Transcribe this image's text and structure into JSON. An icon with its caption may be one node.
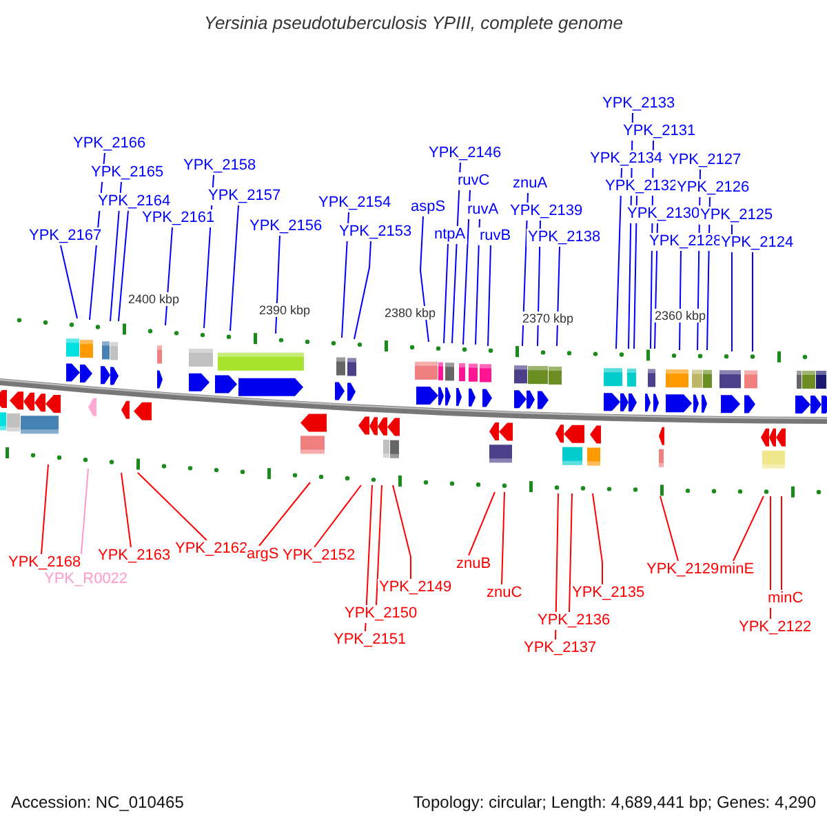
{
  "diagram": {
    "title": "Yersinia pseudotuberculosis YPIII, complete genome",
    "nodes": [
      {
        "text": [
          "YPK_2167"
        ]
      },
      {
        "text": [
          "YPK_2166"
        ]
      },
      {
        "text": [
          "YPK_2165"
        ]
      },
      {
        "text": [
          "YPK_2164"
        ]
      },
      {
        "text": [
          "YPK_2161"
        ]
      },
      {
        "text": [
          "YPK_2158"
        ]
      },
      {
        "text": [
          "YPK_2157"
        ]
      },
      {
        "text": [
          "YPK_2156"
        ]
      },
      {
        "text": [
          "YPK_2154"
        ]
      },
      {
        "text": [
          "YPK_2153"
        ]
      },
      {
        "text": [
          "aspS"
        ]
      },
      {
        "text": [
          "YPK_2146"
        ]
      },
      {
        "text": [
          "ntpA"
        ]
      },
      {
        "text": [
          "ruvC"
        ]
      },
      {
        "text": [
          "ruvA"
        ]
      },
      {
        "text": [
          "ruvB"
        ]
      },
      {
        "text": [
          "znuA"
        ]
      },
      {
        "text": [
          "YPK_2139"
        ]
      },
      {
        "text": [
          "YPK_2138"
        ]
      },
      {
        "text": [
          "YPK_2133"
        ]
      },
      {
        "text": [
          "YPK_2131"
        ]
      },
      {
        "text": [
          "YPK_2134"
        ]
      },
      {
        "text": [
          "YPK_2132"
        ]
      },
      {
        "text": [
          "YPK_2130"
        ]
      },
      {
        "text": [
          "YPK_2128"
        ]
      },
      {
        "text": [
          "YPK_2127"
        ]
      },
      {
        "text": [
          "YPK_2126"
        ]
      },
      {
        "text": [
          "YPK_2125"
        ]
      },
      {
        "text": [
          "YPK_2124"
        ]
      },
      {
        "text": [
          "YPK_2168"
        ]
      },
      {
        "text": [
          "YPK_R0022"
        ]
      },
      {
        "text": [
          "YPK_2163"
        ]
      },
      {
        "text": [
          "YPK_2162"
        ]
      },
      {
        "text": [
          "argS"
        ]
      },
      {
        "text": [
          "YPK_2152"
        ]
      },
      {
        "text": [
          "YPK_2149"
        ]
      },
      {
        "text": [
          "YPK_2150"
        ]
      },
      {
        "text": [
          "YPK_2151"
        ]
      },
      {
        "text": [
          "znuB"
        ]
      },
      {
        "text": [
          "znuC"
        ]
      },
      {
        "text": [
          "YPK_2137"
        ]
      },
      {
        "text": [
          "YPK_2136"
        ]
      },
      {
        "text": [
          "YPK_2135"
        ]
      },
      {
        "text": [
          "YPK_2129"
        ]
      },
      {
        "text": [
          "minE"
        ]
      },
      {
        "text": [
          "YPK_2122"
        ]
      },
      {
        "text": [
          "minC"
        ]
      }
    ],
    "edges": [
      {
        "from": 0,
        "to": null,
        "arrow": "none"
      },
      {
        "from": 1,
        "to": null,
        "arrow": "none"
      },
      {
        "from": 2,
        "to": null,
        "arrow": "none"
      },
      {
        "from": 3,
        "to": null,
        "arrow": "none"
      },
      {
        "from": 4,
        "to": null,
        "arrow": "none"
      },
      {
        "from": 5,
        "to": null,
        "arrow": "none"
      },
      {
        "from": 6,
        "to": null,
        "arrow": "none"
      },
      {
        "from": 7,
        "to": null,
        "arrow": "none"
      },
      {
        "from": 8,
        "to": null,
        "arrow": "none"
      },
      {
        "from": 9,
        "to": null,
        "arrow": "none"
      },
      {
        "from": 10,
        "to": null,
        "arrow": "none"
      },
      {
        "from": 11,
        "to": null,
        "arrow": "none"
      },
      {
        "from": 12,
        "to": null,
        "arrow": "none"
      },
      {
        "from": 13,
        "to": null,
        "arrow": "none"
      },
      {
        "from": 14,
        "to": null,
        "arrow": "none"
      },
      {
        "from": 15,
        "to": null,
        "arrow": "none"
      },
      {
        "from": 16,
        "to": null,
        "arrow": "none"
      },
      {
        "from": 17,
        "to": null,
        "arrow": "none"
      },
      {
        "from": 18,
        "to": null,
        "arrow": "none"
      },
      {
        "from": 19,
        "to": null,
        "arrow": "none"
      },
      {
        "from": 20,
        "to": null,
        "arrow": "none"
      },
      {
        "from": 21,
        "to": null,
        "arrow": "none"
      },
      {
        "from": 22,
        "to": null,
        "arrow": "none"
      },
      {
        "from": 23,
        "to": null,
        "arrow": "none"
      },
      {
        "from": 24,
        "to": null,
        "arrow": "none"
      },
      {
        "from": 25,
        "to": null,
        "arrow": "none"
      },
      {
        "from": 26,
        "to": null,
        "arrow": "none"
      },
      {
        "from": 27,
        "to": null,
        "arrow": "none"
      },
      {
        "from": 28,
        "to": null,
        "arrow": "none"
      },
      {
        "from": 29,
        "to": null,
        "arrow": "none",
        "color": "#ff0000"
      },
      {
        "from": 30,
        "to": null,
        "arrow": "none",
        "color": "#ff99cc"
      },
      {
        "from": 31,
        "to": null,
        "arrow": "none",
        "color": "#ff0000"
      },
      {
        "from": 32,
        "to": null,
        "arrow": "none",
        "color": "#ff0000"
      },
      {
        "from": 33,
        "to": null,
        "arrow": "none",
        "color": "#ff0000"
      },
      {
        "from": 34,
        "to": null,
        "arrow": "none",
        "color": "#ff0000"
      },
      {
        "from": 35,
        "to": null,
        "arrow": "none",
        "color": "#ff0000"
      },
      {
        "from": 36,
        "to": null,
        "arrow": "none",
        "color": "#ff0000"
      },
      {
        "from": 37,
        "to": null,
        "arrow": "none",
        "color": "#ff0000"
      },
      {
        "from": 38,
        "to": null,
        "arrow": "none",
        "color": "#ff0000"
      },
      {
        "from": 39,
        "to": null,
        "arrow": "none",
        "color": "#ff0000"
      },
      {
        "from": 40,
        "to": null,
        "arrow": "none",
        "color": "#ff0000"
      },
      {
        "from": 41,
        "to": null,
        "arrow": "none",
        "color": "#ff0000"
      },
      {
        "from": 42,
        "to": null,
        "arrow": "none",
        "color": "#ff0000"
      },
      {
        "from": 43,
        "to": null,
        "arrow": "none",
        "color": "#ff0000"
      },
      {
        "from": 44,
        "to": null,
        "arrow": "none",
        "color": "#ff0000"
      },
      {
        "from": 45,
        "to": null,
        "arrow": "none",
        "color": "#ff0000"
      },
      {
        "from": 46,
        "to": null,
        "arrow": "none",
        "color": "#ff0000"
      }
    ],
    "labels": [
      "2400 kbp",
      "2390 kbp",
      "2380 kbp",
      "2370 kbp",
      "2360 kbp",
      "Accession: NC_010465",
      "Topology: circular; Length: 4,689,441 bp; Genes: 4,290"
    ]
  }
}
